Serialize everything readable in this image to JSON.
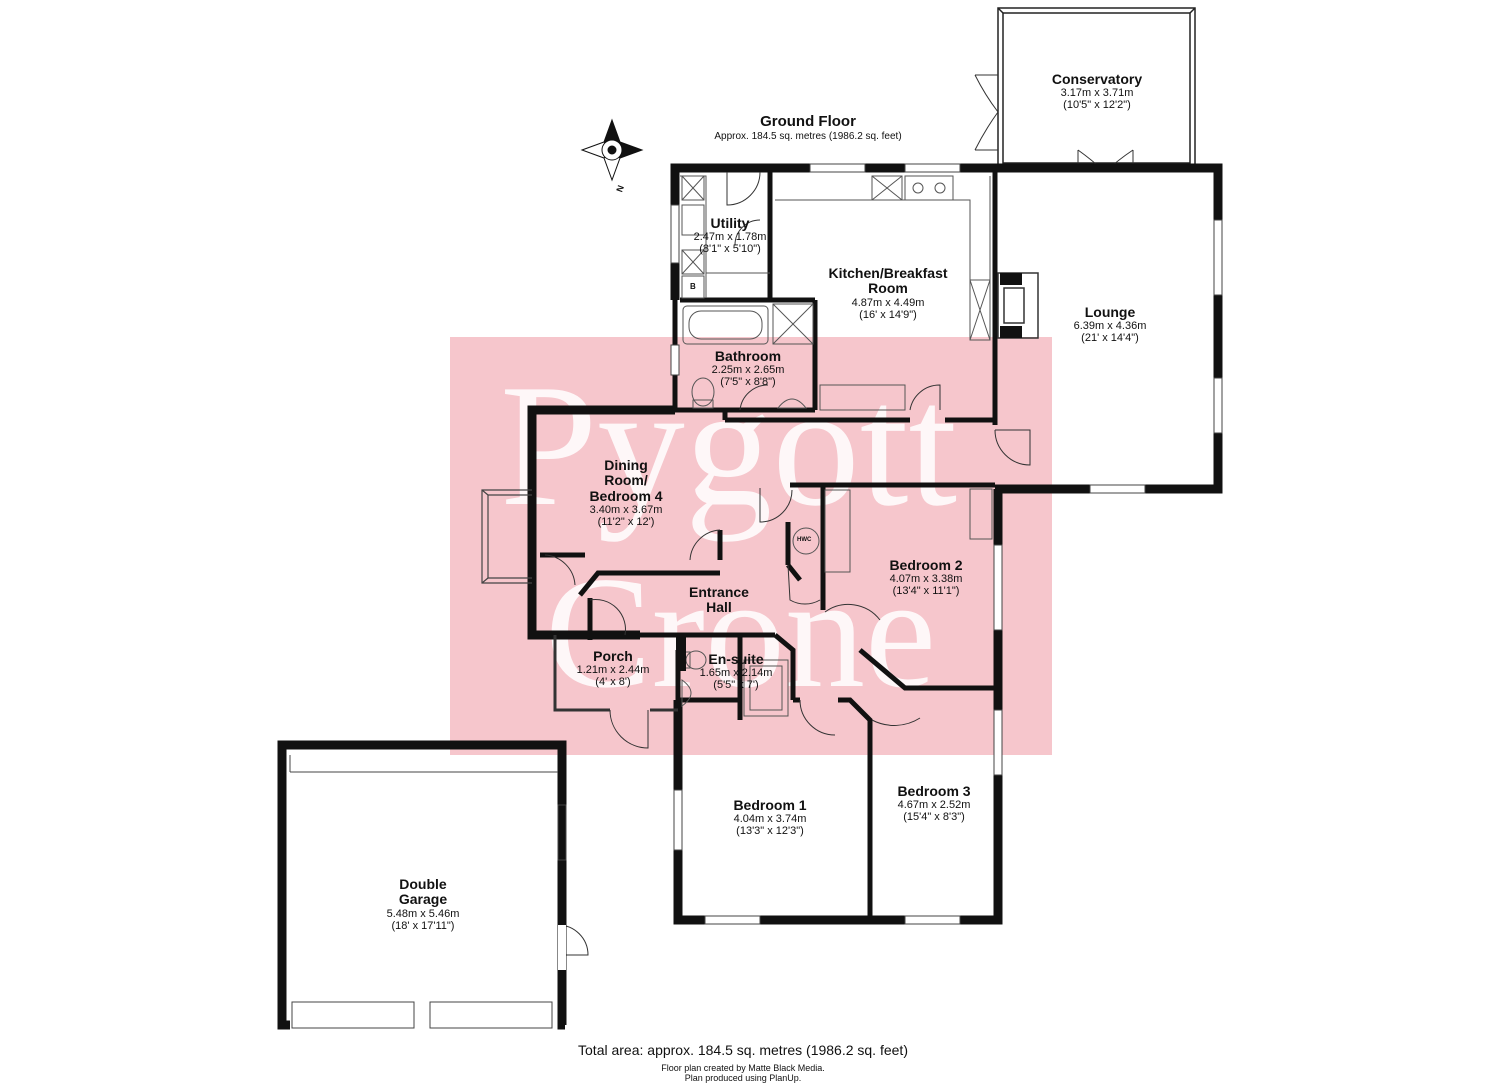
{
  "floor": {
    "title": "Ground Floor",
    "area": "Approx. 184.5 sq. metres (1986.2 sq. feet)"
  },
  "rooms": {
    "conservatory": {
      "name": "Conservatory",
      "metric": "3.17m x 3.71m",
      "imperial": "(10'5\" x 12'2\")"
    },
    "utility": {
      "name": "Utility",
      "metric": "2.47m x 1.78m",
      "imperial": "(8'1\" x 5'10\")"
    },
    "kitchen": {
      "name_line1": "Kitchen/Breakfast",
      "name_line2": "Room",
      "metric": "4.87m x 4.49m",
      "imperial": "(16' x 14'9\")"
    },
    "lounge": {
      "name": "Lounge",
      "metric": "6.39m x 4.36m",
      "imperial": "(21' x 14'4\")"
    },
    "bathroom": {
      "name": "Bathroom",
      "metric": "2.25m x 2.65m",
      "imperial": "(7'5\" x 8'8\")"
    },
    "dining": {
      "name_line1": "Dining",
      "name_line2": "Room/",
      "name_line3": "Bedroom 4",
      "metric": "3.40m x 3.67m",
      "imperial": "(11'2\" x 12')"
    },
    "hall": {
      "name_line1": "Entrance",
      "name_line2": "Hall"
    },
    "bedroom2": {
      "name": "Bedroom 2",
      "metric": "4.07m x 3.38m",
      "imperial": "(13'4\" x 11'1\")"
    },
    "porch": {
      "name": "Porch",
      "metric": "1.21m x 2.44m",
      "imperial": "(4' x 8')"
    },
    "ensuite": {
      "name": "En-suite",
      "metric": "1.65m x 2.14m",
      "imperial": "(5'5\" x 7')"
    },
    "bedroom1": {
      "name": "Bedroom 1",
      "metric": "4.04m x 3.74m",
      "imperial": "(13'3\" x 12'3\")"
    },
    "bedroom3": {
      "name": "Bedroom 3",
      "metric": "4.67m x 2.52m",
      "imperial": "(15'4\" x 8'3\")"
    },
    "garage": {
      "name_line1": "Double",
      "name_line2": "Garage",
      "metric": "5.48m x 5.46m",
      "imperial": "(18' x 17'11\")"
    }
  },
  "appliances": {
    "boiler": "B",
    "hot_water": "HWC"
  },
  "compass": {
    "north": "N"
  },
  "watermark": {
    "line1": "Pygott",
    "line2": "Crone"
  },
  "footer": {
    "total": "Total area: approx. 184.5 sq. metres (1986.2 sq. feet)",
    "credit1": "Floor plan created by Matte Black Media.",
    "credit2": "Plan produced using PlanUp."
  },
  "colors": {
    "wall": "#111111",
    "watermark_bg": "#f6c6cc",
    "fitting": "#555555"
  }
}
